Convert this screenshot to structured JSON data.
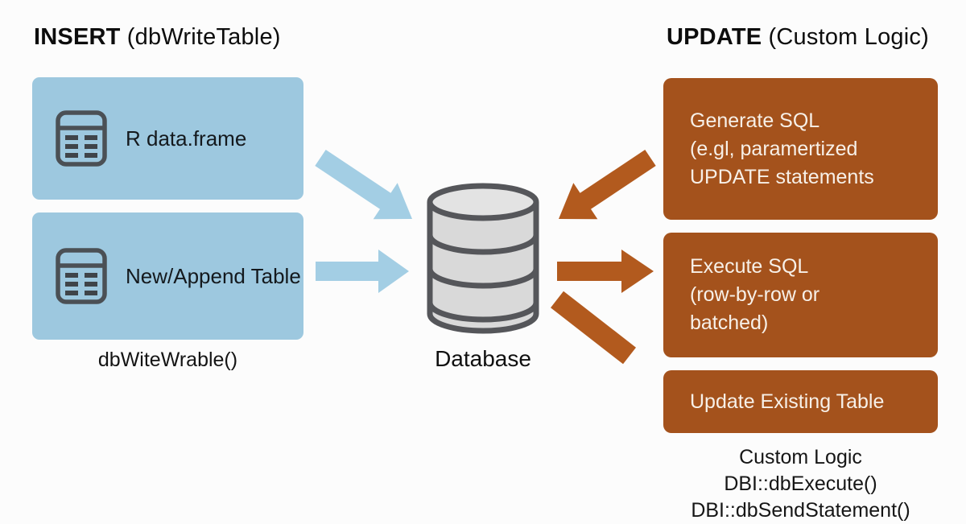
{
  "headings": {
    "insert": {
      "bold": "INSERT",
      "rest": " (dbWriteTable)"
    },
    "update": {
      "bold": "UPDATE",
      "rest": " (Custom Logic)"
    }
  },
  "insert_flow": {
    "boxes": [
      {
        "icon": "table-icon",
        "label": "R data.frame"
      },
      {
        "icon": "table-icon",
        "label": "New/Append Table"
      }
    ],
    "caption": "dbWiteWrable()"
  },
  "database": {
    "icon": "database-cylinder-icon",
    "label": "Database"
  },
  "update_flow": {
    "boxes": [
      {
        "lines": [
          "Generate SQL",
          "(e.gl, paramertized",
          "UPDATE statements"
        ]
      },
      {
        "lines": [
          "Execute SQL",
          "(row-by-row or",
          "batched)"
        ]
      },
      {
        "lines": [
          "Update Existing Table"
        ]
      }
    ],
    "captions": [
      "Custom Logic",
      "DBI::dbExecute()",
      "DBI::dbSendStatement()"
    ]
  },
  "colors": {
    "insert_box": "#9dc8df",
    "insert_arrow": "#a3cee4",
    "update_box": "#a4521c",
    "update_arrow": "#b25a1e",
    "db_fill": "#d9d9d9",
    "db_stroke": "#55565a",
    "background": "#fcfcfc",
    "text_dark": "#121212",
    "text_light": "#f7f0e8"
  }
}
